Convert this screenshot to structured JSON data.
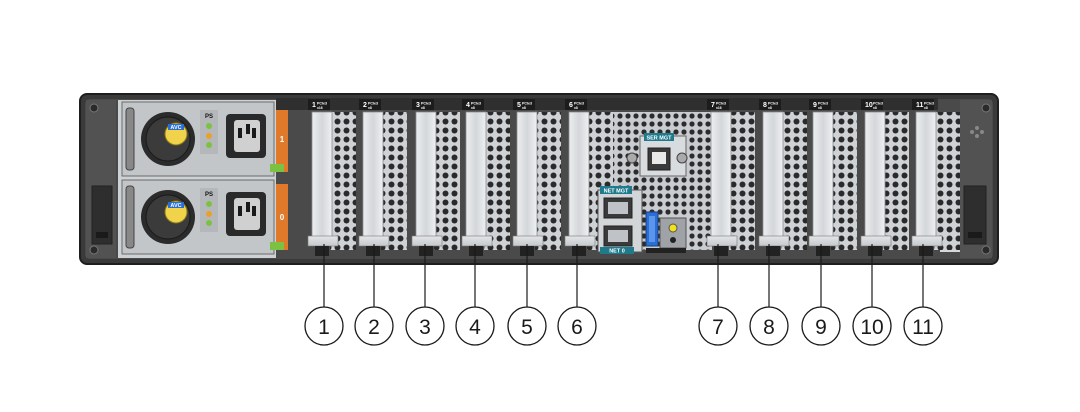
{
  "slots": [
    {
      "num": "1",
      "type": "PCIe3",
      "width": "x16"
    },
    {
      "num": "2",
      "type": "PCIe3",
      "width": "x8"
    },
    {
      "num": "3",
      "type": "PCIe3",
      "width": "x8"
    },
    {
      "num": "4",
      "type": "PCIe3",
      "width": "x8"
    },
    {
      "num": "5",
      "type": "PCIe3",
      "width": "x8"
    },
    {
      "num": "6",
      "type": "PCIe3",
      "width": "x8"
    },
    {
      "num": "7",
      "type": "PCIe3",
      "width": "x16"
    },
    {
      "num": "8",
      "type": "PCIe3",
      "width": "x8"
    },
    {
      "num": "9",
      "type": "PCIe3",
      "width": "x8"
    },
    {
      "num": "10",
      "type": "PCIe3",
      "width": "x8"
    },
    {
      "num": "11",
      "type": "PCIe3",
      "width": "x8"
    }
  ],
  "callouts": [
    "1",
    "2",
    "3",
    "4",
    "5",
    "6",
    "7",
    "8",
    "9",
    "10",
    "11"
  ],
  "ports": {
    "ser_mgt": "SER MGT",
    "net_mgt": "NET MGT",
    "net": "NET 0"
  },
  "psus": [
    {
      "label": "PS",
      "num": "1",
      "brand": "AVC"
    },
    {
      "label": "PS",
      "num": "0",
      "brand": "AVC"
    }
  ],
  "colors": {
    "chassis": "#3d3d3d",
    "slot_tag": "#1c1c1c",
    "psu_accent": "#e07a2a",
    "latch": "#7cc242",
    "filler": "#d9dcdf"
  }
}
